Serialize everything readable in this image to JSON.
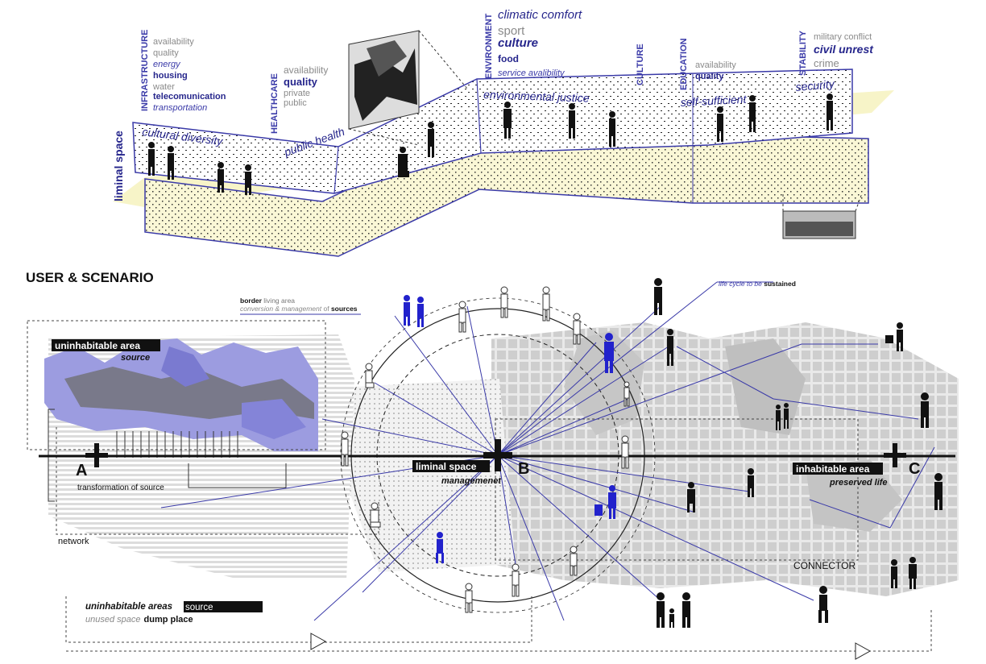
{
  "colors": {
    "accent_blue": "#3a3aa8",
    "navy": "#26268c",
    "figure_blue": "#2222cc",
    "liminal_yellow": "#f7f4c8",
    "map_grey": "#cfcfcf",
    "mountain_purple": "#8f8fd6"
  },
  "top_diagram": {
    "side_label": "liminal space",
    "wall_labels": [
      "cultural diversity",
      "public health",
      "environmental justice",
      "self-sufficient",
      "security"
    ],
    "categories": {
      "infrastructure": {
        "title": "INFRASTRUCTURE",
        "items": [
          "availability",
          "quality",
          "energy",
          "housing",
          "water",
          "telecomunication",
          "transportation"
        ]
      },
      "healthcare": {
        "title": "HEALTHCARE",
        "items": [
          "availability",
          "quality",
          "private",
          "public"
        ]
      },
      "environment": {
        "title": "ENVIRONMENT",
        "items": [
          "climatic comfort",
          "sport",
          "culture",
          "food",
          "service avalibility"
        ]
      },
      "culture": {
        "title": "CULTURE"
      },
      "education": {
        "title": "EDUCATION",
        "items": [
          "availability",
          "quality"
        ]
      },
      "stability": {
        "title": "STABILITY",
        "items": [
          "military conflict",
          "civil unrest",
          "crime"
        ]
      }
    }
  },
  "bottom_diagram": {
    "section_title": "USER & SCENARIO",
    "border_note": {
      "bold": "border",
      "line1_rest": " living area",
      "line2_a": "conversion & management",
      "line2_b": " of ",
      "line2_c": "sources"
    },
    "life_cycle": {
      "italic": "life cycle to be ",
      "bold": "sustained"
    },
    "uninhabitable": {
      "tag": "uninhabitable area",
      "sub": "source"
    },
    "liminal": {
      "tag": "liminal space",
      "sub": "managemenet"
    },
    "inhabitable": {
      "tag": "inhabitable area",
      "sub": "preserved life"
    },
    "points": {
      "a": "A",
      "b": "B",
      "c": "C"
    },
    "transformation": "transformation of source",
    "network": "network",
    "connector": "CONNECTOR",
    "legend": {
      "line1_italic": "uninhabitable areas",
      "line1_tag": "source",
      "line2_italic": "unused space",
      "line2_bold": "dump place"
    }
  }
}
